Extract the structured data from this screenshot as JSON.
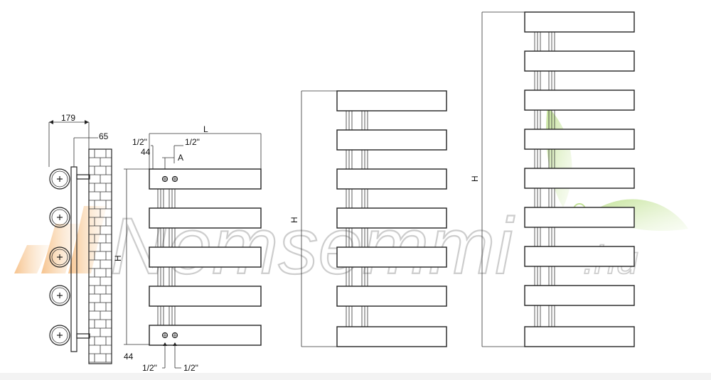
{
  "watermark": {
    "brand": "Nemsemmi",
    "suffix": ".hu"
  },
  "side_view": {
    "depth": "179",
    "offset": "65"
  },
  "front_view": {
    "width": "L",
    "connection_distance": "A",
    "top_left_thread": "1/2\"",
    "top_right_thread": "1/2\"",
    "bottom_left_thread": "1/2\"",
    "bottom_right_thread": "1/2\"",
    "top_offset": "44",
    "bottom_offset": "44",
    "height": "H"
  },
  "medium_view": {
    "height": "H"
  },
  "tall_view": {
    "height": "H"
  },
  "colors": {
    "line": "#222222",
    "watermark_gray": "#b8b8b8",
    "watermark_green": "#a9d66b",
    "watermark_orange": "#f5b97a"
  }
}
